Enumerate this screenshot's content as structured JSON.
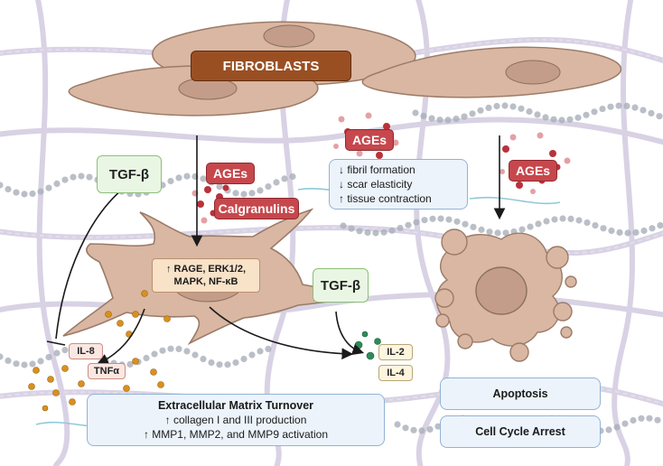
{
  "title_box": {
    "label": "FIBROBLASTS"
  },
  "ages_label": "AGEs",
  "calgranulins_label": "Calgranulins",
  "tgf_label": "TGF-β",
  "signaling_box": {
    "lines": [
      "↑ RAGE, ERK1/2,",
      "MAPK, NF-κB"
    ]
  },
  "effects_box": {
    "lines": [
      "↓ fibril formation",
      "↓ scar elasticity",
      "↑ tissue contraction"
    ]
  },
  "cytokines": {
    "il8": "IL-8",
    "tnfa": "TNFα",
    "il2": "IL-2",
    "il4": "IL-4"
  },
  "ecm_box": {
    "title": "Extracellular Matrix Turnover",
    "lines": [
      "↑ collagen I and III production",
      "↑ MMP1, MMP2, and MMP9 activation"
    ]
  },
  "outcomes": {
    "apoptosis": "Apoptosis",
    "cell_cycle_arrest": "Cell Cycle Arrest"
  },
  "colors": {
    "fibroblast_banner": "#9a4f23",
    "ages_badge": "#c6474c",
    "cell_body": "#d9b7a2",
    "tgf_box": "#e9f6e3",
    "info_box": "#ecf3fb",
    "collagen_fiber": "#c9c0d9"
  }
}
